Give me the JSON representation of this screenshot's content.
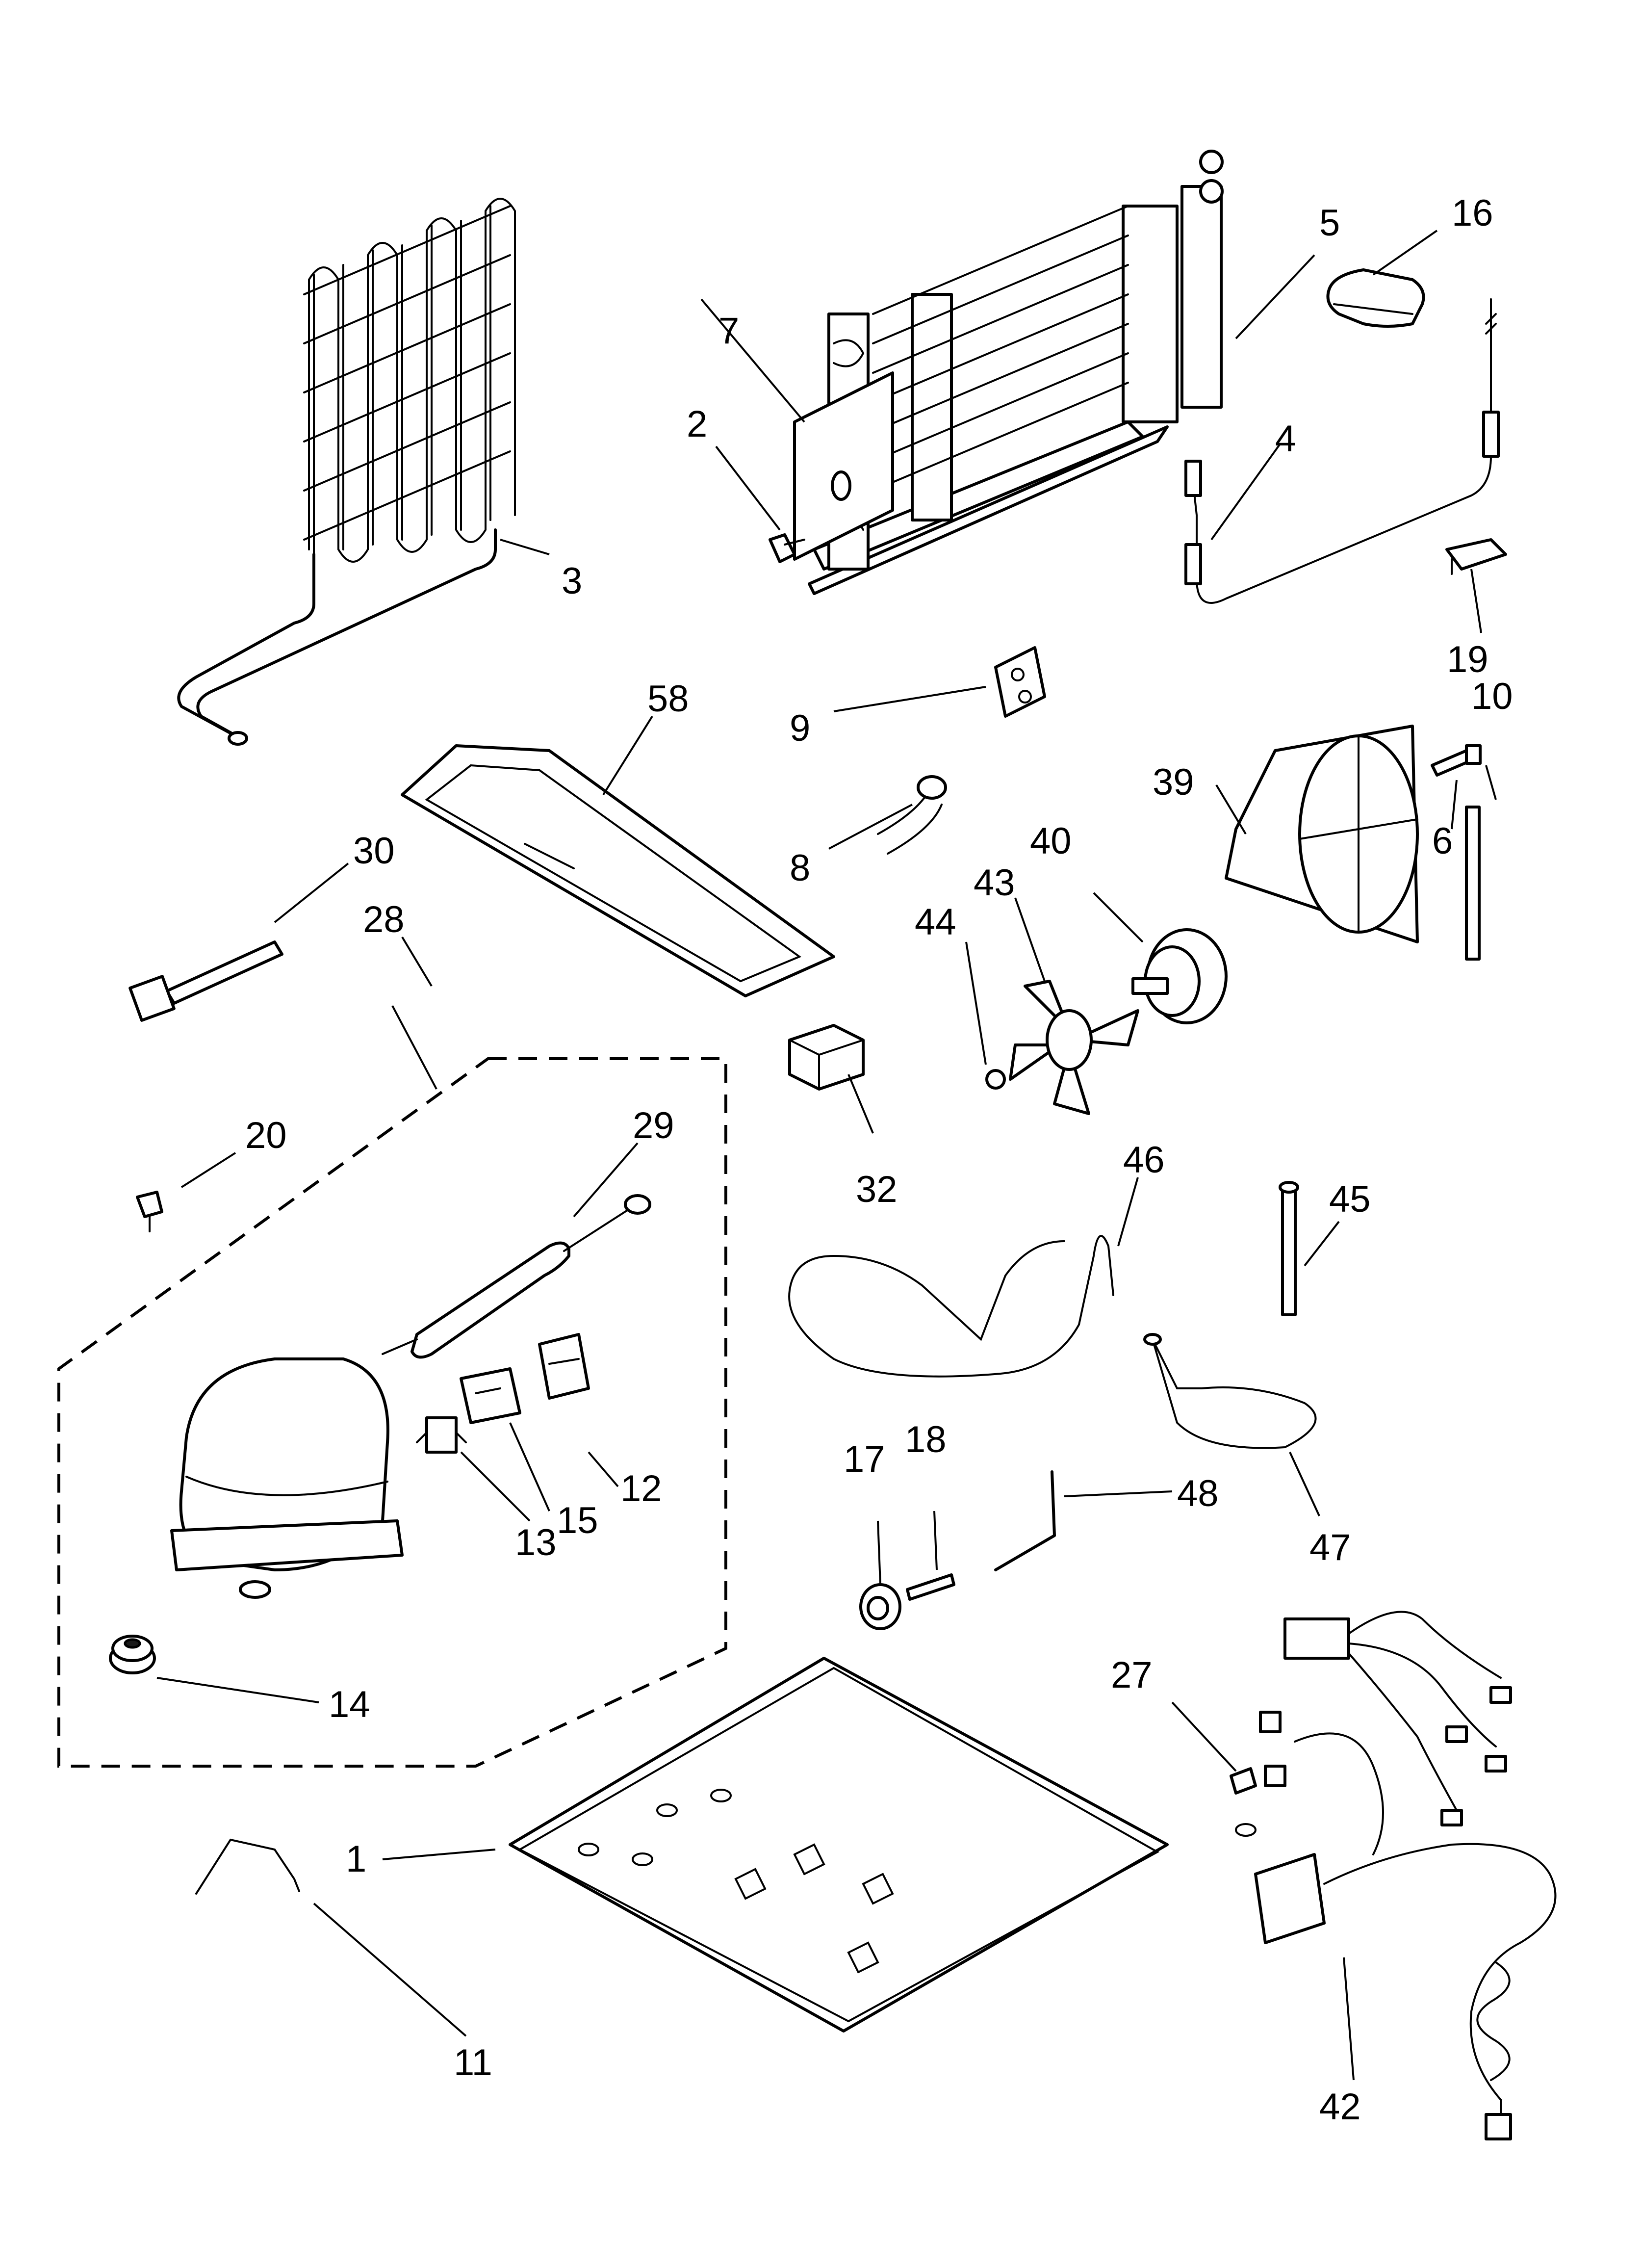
{
  "callouts": {
    "c1": "1",
    "c2": "2",
    "c3": "3",
    "c4": "4",
    "c5": "5",
    "c6": "6",
    "c7": "7",
    "c8": "8",
    "c9": "9",
    "c10": "10",
    "c11": "11",
    "c12": "12",
    "c13": "13",
    "c14": "14",
    "c15": "15",
    "c16": "16",
    "c17": "17",
    "c18": "18",
    "c19": "19",
    "c20": "20",
    "c27": "27",
    "c28": "28",
    "c29": "29",
    "c30": "30",
    "c32": "32",
    "c39": "39",
    "c40": "40",
    "c42": "42",
    "c43": "43",
    "c44": "44",
    "c45": "45",
    "c46": "46",
    "c47": "47",
    "c48": "48",
    "c58": "58"
  }
}
